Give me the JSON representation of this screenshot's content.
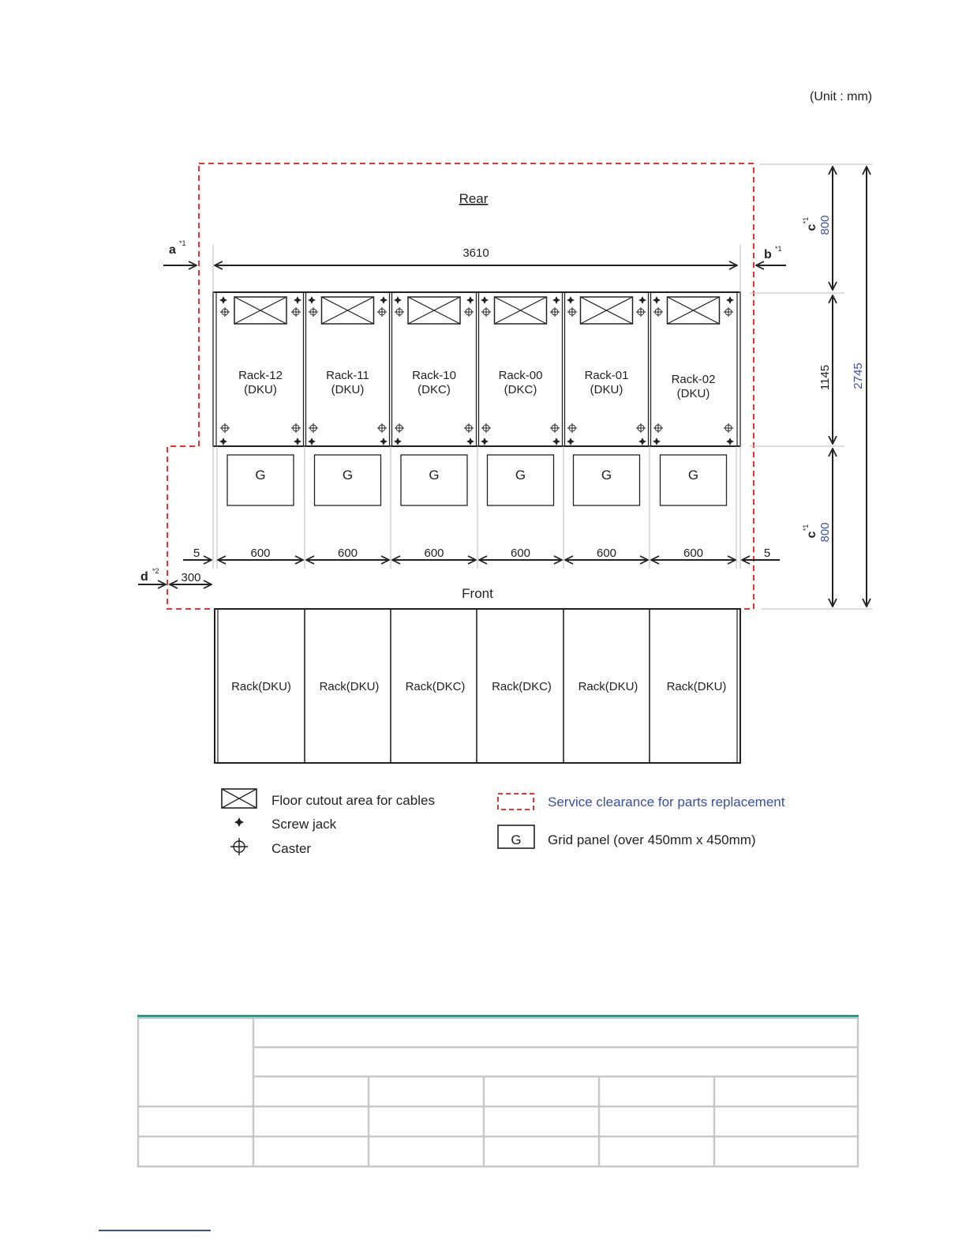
{
  "unit_label": "(Unit : mm)",
  "colors": {
    "clearance": "#e8352b",
    "accent_blue": "#3a4fa6",
    "table_header": "#01a982",
    "line": "#222222",
    "grid": "#c8c8c8"
  },
  "diagram": {
    "rear_label": "Rear",
    "front_label": "Front",
    "marker_a": "a",
    "marker_b": "b",
    "marker_c": "c",
    "marker_d": "d",
    "note_1": "*1",
    "note_2": "*2",
    "width_total": "3610",
    "rack_width": "600",
    "side_gap": "5",
    "offset_300": "300",
    "dim_800": "800",
    "dim_1145": "1145",
    "dim_2745": "2745",
    "grid_label": "G",
    "racks": [
      {
        "name": "Rack-12",
        "type": "(DKU)"
      },
      {
        "name": "Rack-11",
        "type": "(DKU)"
      },
      {
        "name": "Rack-10",
        "type": "(DKC)"
      },
      {
        "name": "Rack-00",
        "type": "(DKC)"
      },
      {
        "name": "Rack-01",
        "type": "(DKU)"
      },
      {
        "name": "Rack-02",
        "type": "(DKU)"
      }
    ],
    "front_racks": [
      "Rack(DKU)",
      "Rack(DKU)",
      "Rack(DKC)",
      "Rack(DKC)",
      "Rack(DKU)",
      "Rack(DKU)"
    ]
  },
  "legend": {
    "floor_cutout": "Floor cutout area for cables",
    "screw_jack": "Screw jack",
    "caster": "Caster",
    "service_clearance": "Service clearance for parts replacement",
    "grid_symbol": "G",
    "grid_panel": "Grid panel (over 450mm x 450mm)"
  }
}
